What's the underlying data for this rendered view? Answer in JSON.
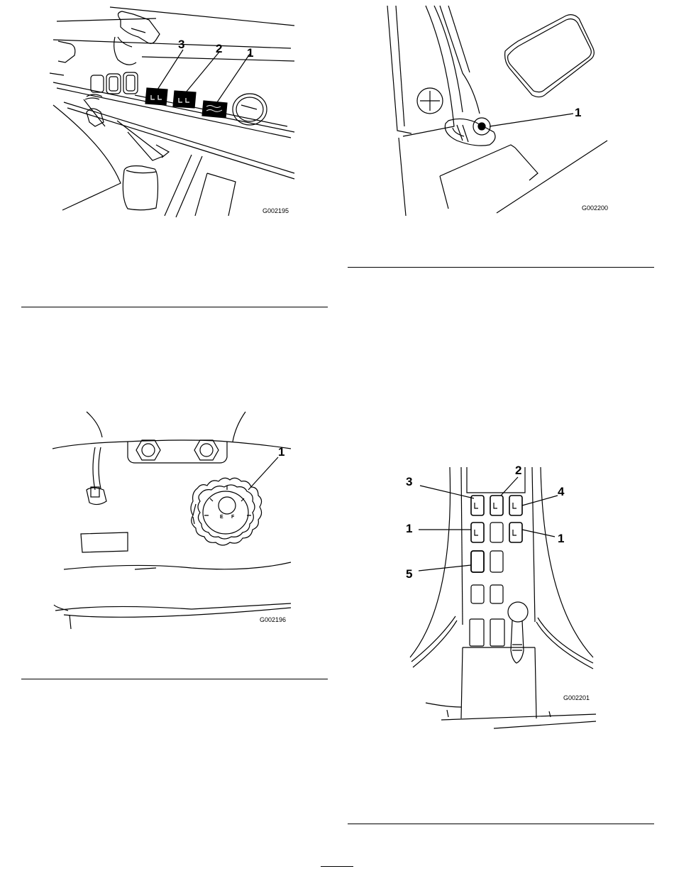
{
  "figures": [
    {
      "id": "fig1",
      "code": "G002195",
      "callouts": [
        "3",
        "2",
        "1"
      ]
    },
    {
      "id": "fig2",
      "code": "G002200",
      "callouts": [
        "1"
      ]
    },
    {
      "id": "fig3",
      "code": "G002196",
      "callouts": [
        "1"
      ],
      "gauge_labels": {
        "empty": "E",
        "full": "F"
      }
    },
    {
      "id": "fig4",
      "code": "G002201",
      "callouts": [
        "3",
        "2",
        "4",
        "1",
        "1",
        "5"
      ]
    }
  ]
}
